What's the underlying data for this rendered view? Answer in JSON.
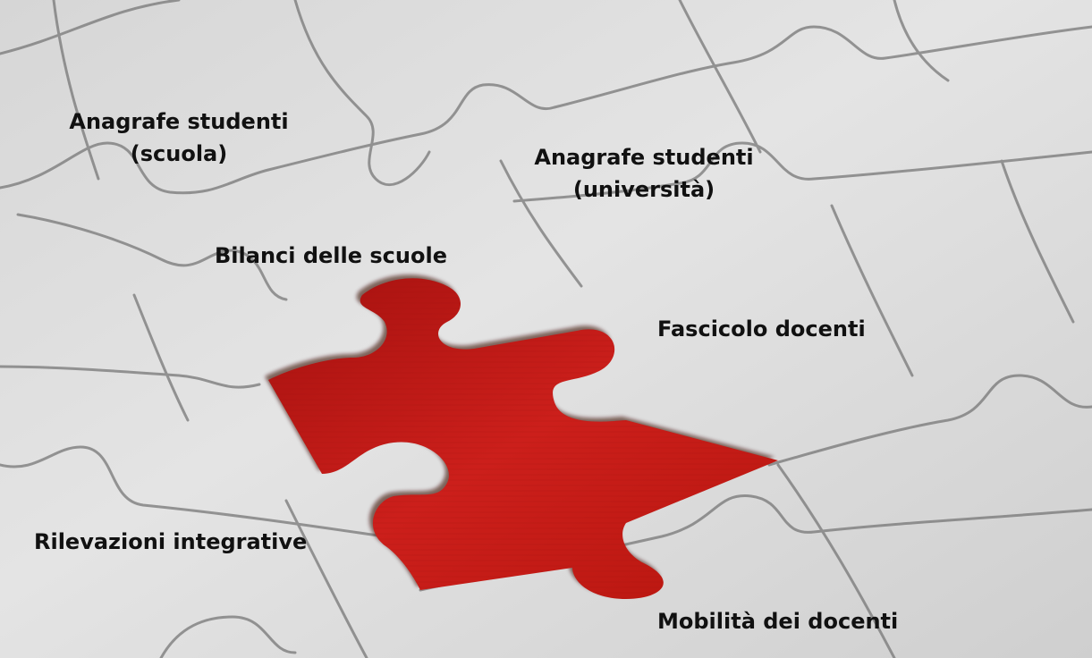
{
  "labels": {
    "anagrafe_scuola_line1": "Anagrafe studenti",
    "anagrafe_scuola_line2": "(scuola)",
    "anagrafe_universita_line1": "Anagrafe studenti",
    "anagrafe_universita_line2": "(università)",
    "bilanci": "Bilanci delle scuole",
    "fascicolo": "Fascicolo docenti",
    "rilevazioni": "Rilevazioni integrative",
    "mobilita": "Mobilità dei docenti"
  },
  "colors": {
    "board": "#dcdcdc",
    "piece_light": "#e9e9e9",
    "seam": "#6f6f6f",
    "missing_piece": "#c81e1a"
  }
}
